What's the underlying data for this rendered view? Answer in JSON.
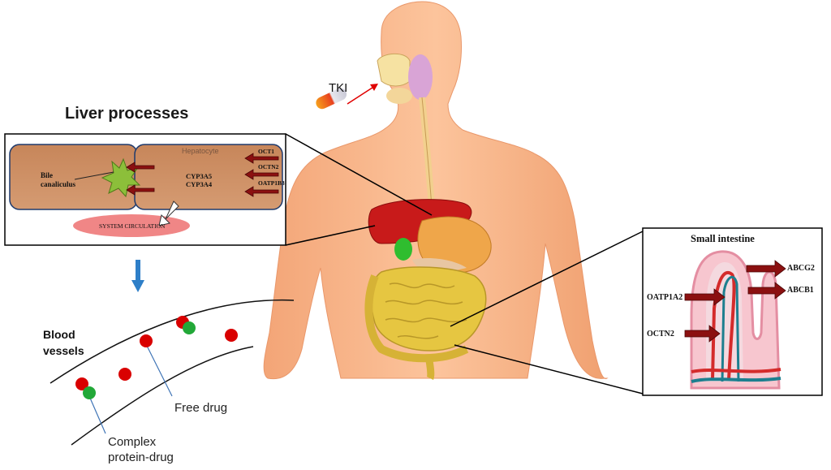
{
  "drug_label": "TKI",
  "liver": {
    "title": "Liver processes",
    "hepatocyte_label": "Hepatocyte",
    "bile_label_1": "Bile",
    "bile_label_2": "canaliculus",
    "enzyme_1": "CYP3A5",
    "enzyme_2": "CYP3A4",
    "transporters": [
      "OCT1",
      "OCTN2",
      "OATP1B3"
    ],
    "circulation_label": "SYSTEM CIRCULATION"
  },
  "blood": {
    "title_1": "Blood",
    "title_2": "vessels",
    "free_drug_label": "Free drug",
    "complex_label_1": "Complex",
    "complex_label_2": "protein-drug"
  },
  "intestine": {
    "title": "Small intestine",
    "left_transporters": [
      "OATP1A2",
      "OCTN2"
    ],
    "right_transporters": [
      "ABCG2",
      "ABCB1"
    ]
  },
  "colors": {
    "drug_free": "#d90000",
    "protein": "#22a838",
    "arrow_blue": "#2e7fc8",
    "transporter_arrow": "#8b1010",
    "skin": "#f7b98d"
  }
}
